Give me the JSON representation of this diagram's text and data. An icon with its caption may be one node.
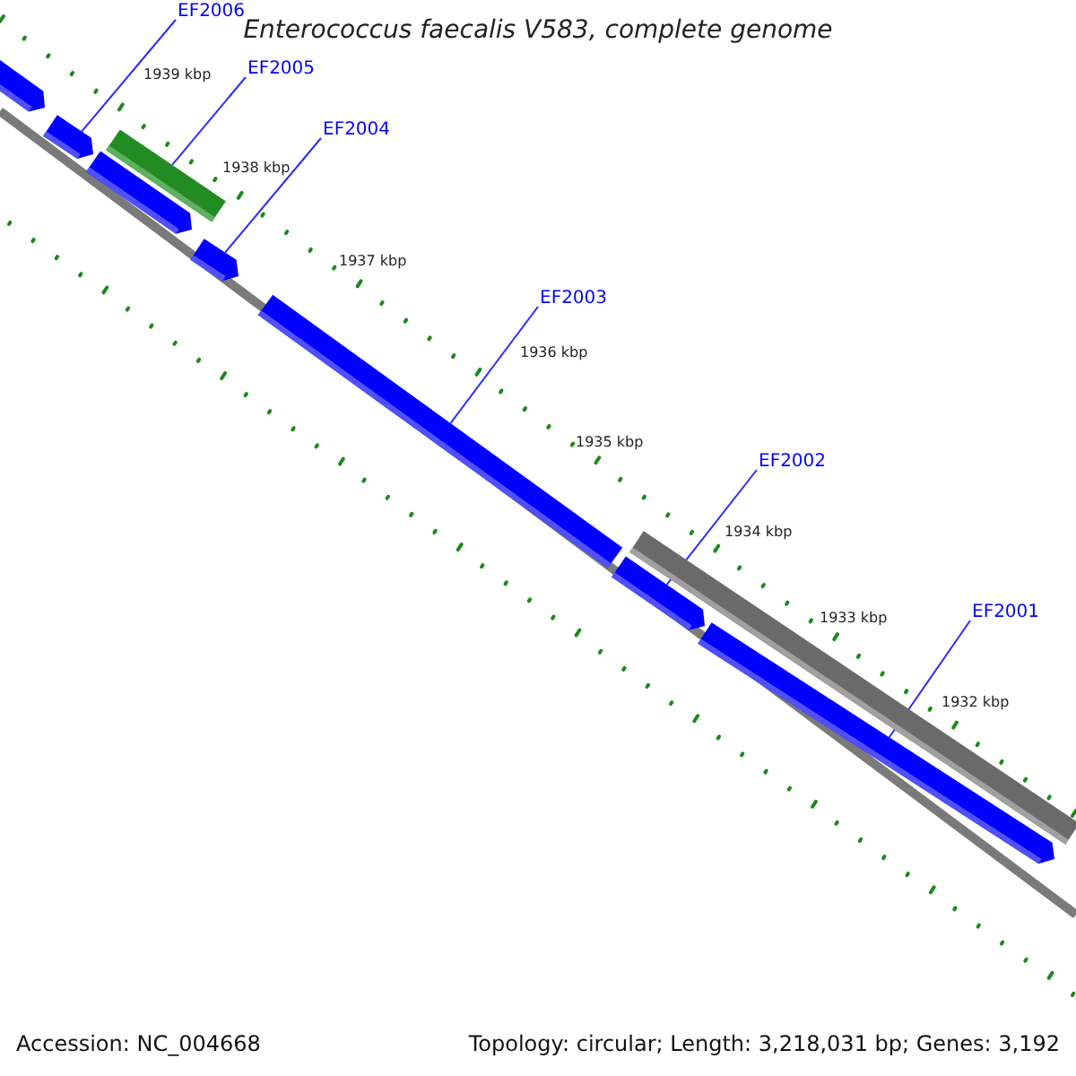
{
  "diagram": {
    "title": "Enterococcus faecalis V583, complete genome",
    "nodes": [
      {
        "text": [
          "EF2006"
        ]
      },
      {
        "text": [
          "EF2005"
        ]
      },
      {
        "text": [
          "EF2004"
        ]
      },
      {
        "text": [
          "EF2003"
        ]
      },
      {
        "text": [
          "EF2002"
        ]
      },
      {
        "text": [
          "EF2001"
        ]
      },
      {
        "text": [],
        "shape": "bar"
      },
      {
        "text": [],
        "shape": "bar"
      },
      {
        "text": [],
        "shape": "bar"
      },
      {
        "text": [],
        "shape": "bar"
      },
      {
        "text": [],
        "shape": "bar"
      },
      {
        "text": [],
        "shape": "bar"
      },
      {
        "text": [],
        "shape": "bar"
      },
      {
        "text": [],
        "shape": "bar"
      },
      {
        "text": [],
        "shape": "bar"
      }
    ],
    "edges": [
      {
        "from": 0,
        "to": 7,
        "arrow": "none"
      },
      {
        "from": 1,
        "to": 9,
        "arrow": "none"
      },
      {
        "from": 2,
        "to": 10,
        "arrow": "none"
      },
      {
        "from": 3,
        "to": 11,
        "arrow": "none"
      },
      {
        "from": 4,
        "to": 12,
        "arrow": "none"
      },
      {
        "from": 5,
        "to": 14,
        "arrow": "none"
      }
    ],
    "labels": [
      "1939 kbp",
      "1938 kbp",
      "1937 kbp",
      "1936 kbp",
      "1935 kbp",
      "1934 kbp",
      "1933 kbp",
      "1932 kbp",
      "Accession: NC_004668",
      "Topology: circular; Length: 3,218,031 bp; Genes: 3,192"
    ]
  }
}
